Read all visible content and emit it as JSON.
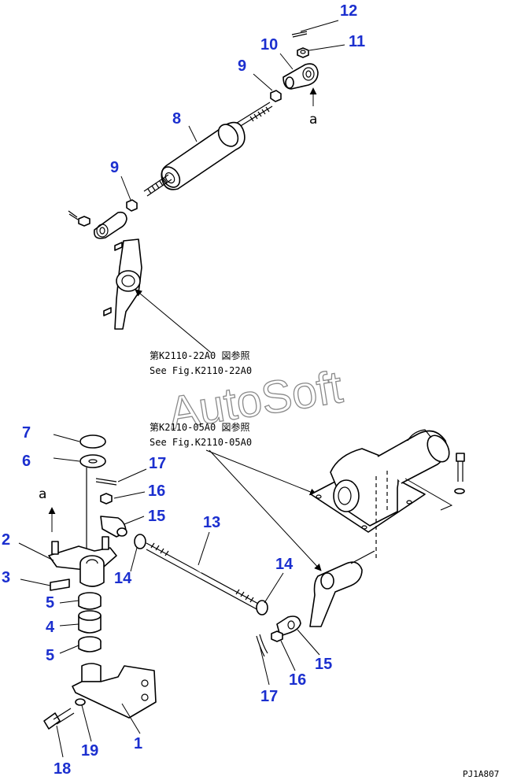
{
  "watermark": "AutoSoft",
  "figure_code": "PJ1A807",
  "reference_notes": [
    {
      "jp": "第K2110-22A0 図参照",
      "en": "See Fig.K2110-22A0"
    },
    {
      "jp": "第K2110-05A0 図参照",
      "en": "See Fig.K2110-05A0"
    }
  ],
  "arrow_labels": [
    "a",
    "a"
  ],
  "callouts": [
    "12",
    "11",
    "10",
    "9",
    "8",
    "9",
    "7",
    "6",
    "17",
    "16",
    "15",
    "13",
    "2",
    "3",
    "14",
    "14",
    "5",
    "4",
    "5",
    "1",
    "18",
    "19",
    "16",
    "15",
    "17"
  ]
}
